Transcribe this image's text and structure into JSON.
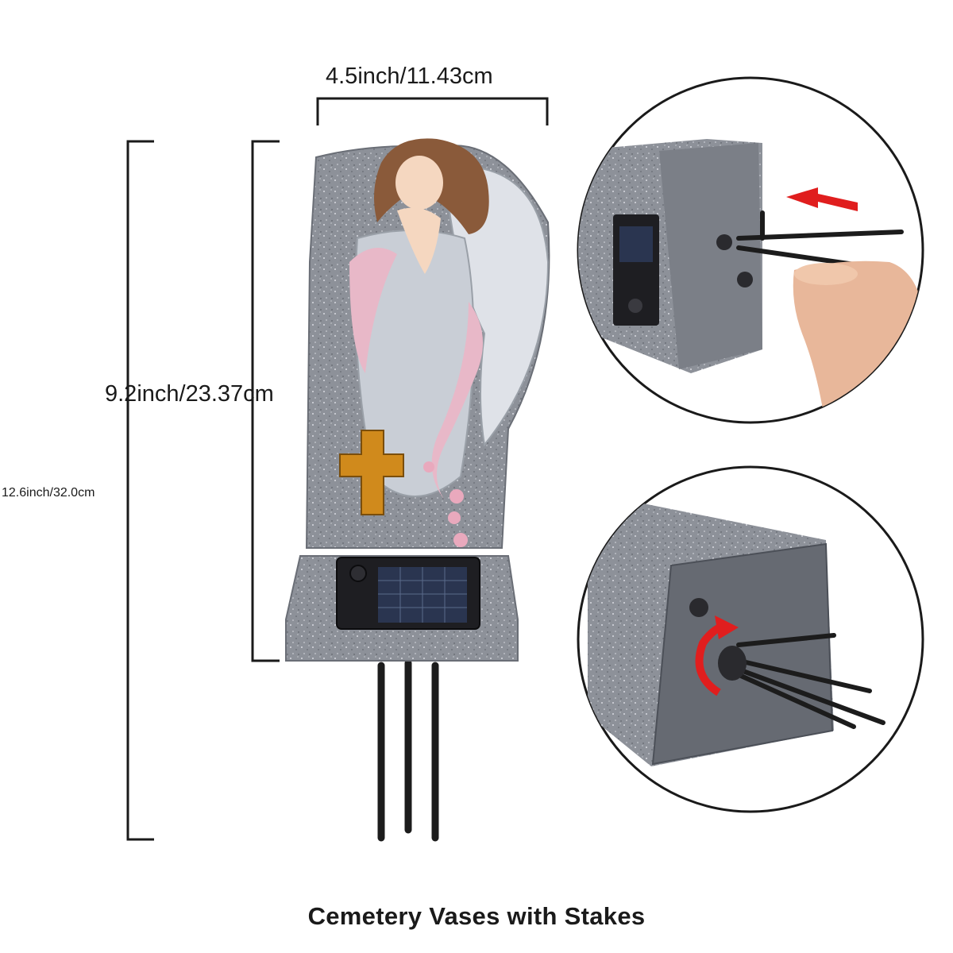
{
  "dimensions": {
    "width_label": "4.5inch/11.43cm",
    "height_label": "9.2inch/23.37cm",
    "total_height_label": "12.6inch/32.0cm"
  },
  "caption": "Cemetery Vases with Stakes",
  "colors": {
    "stone": "#8a8e96",
    "stone_dark": "#5f636b",
    "cross": "#d08a1c",
    "arrow": "#e01e1e",
    "stake": "#1c1c1c",
    "hair": "#8a5a3a",
    "robe_pink": "#e8b8c8"
  },
  "icons": {
    "solar_panel": "solar-panel-icon",
    "cross": "cross-icon",
    "insert_arrow": "arrow-left-icon",
    "rotate_arrow": "rotate-arrow-icon"
  }
}
